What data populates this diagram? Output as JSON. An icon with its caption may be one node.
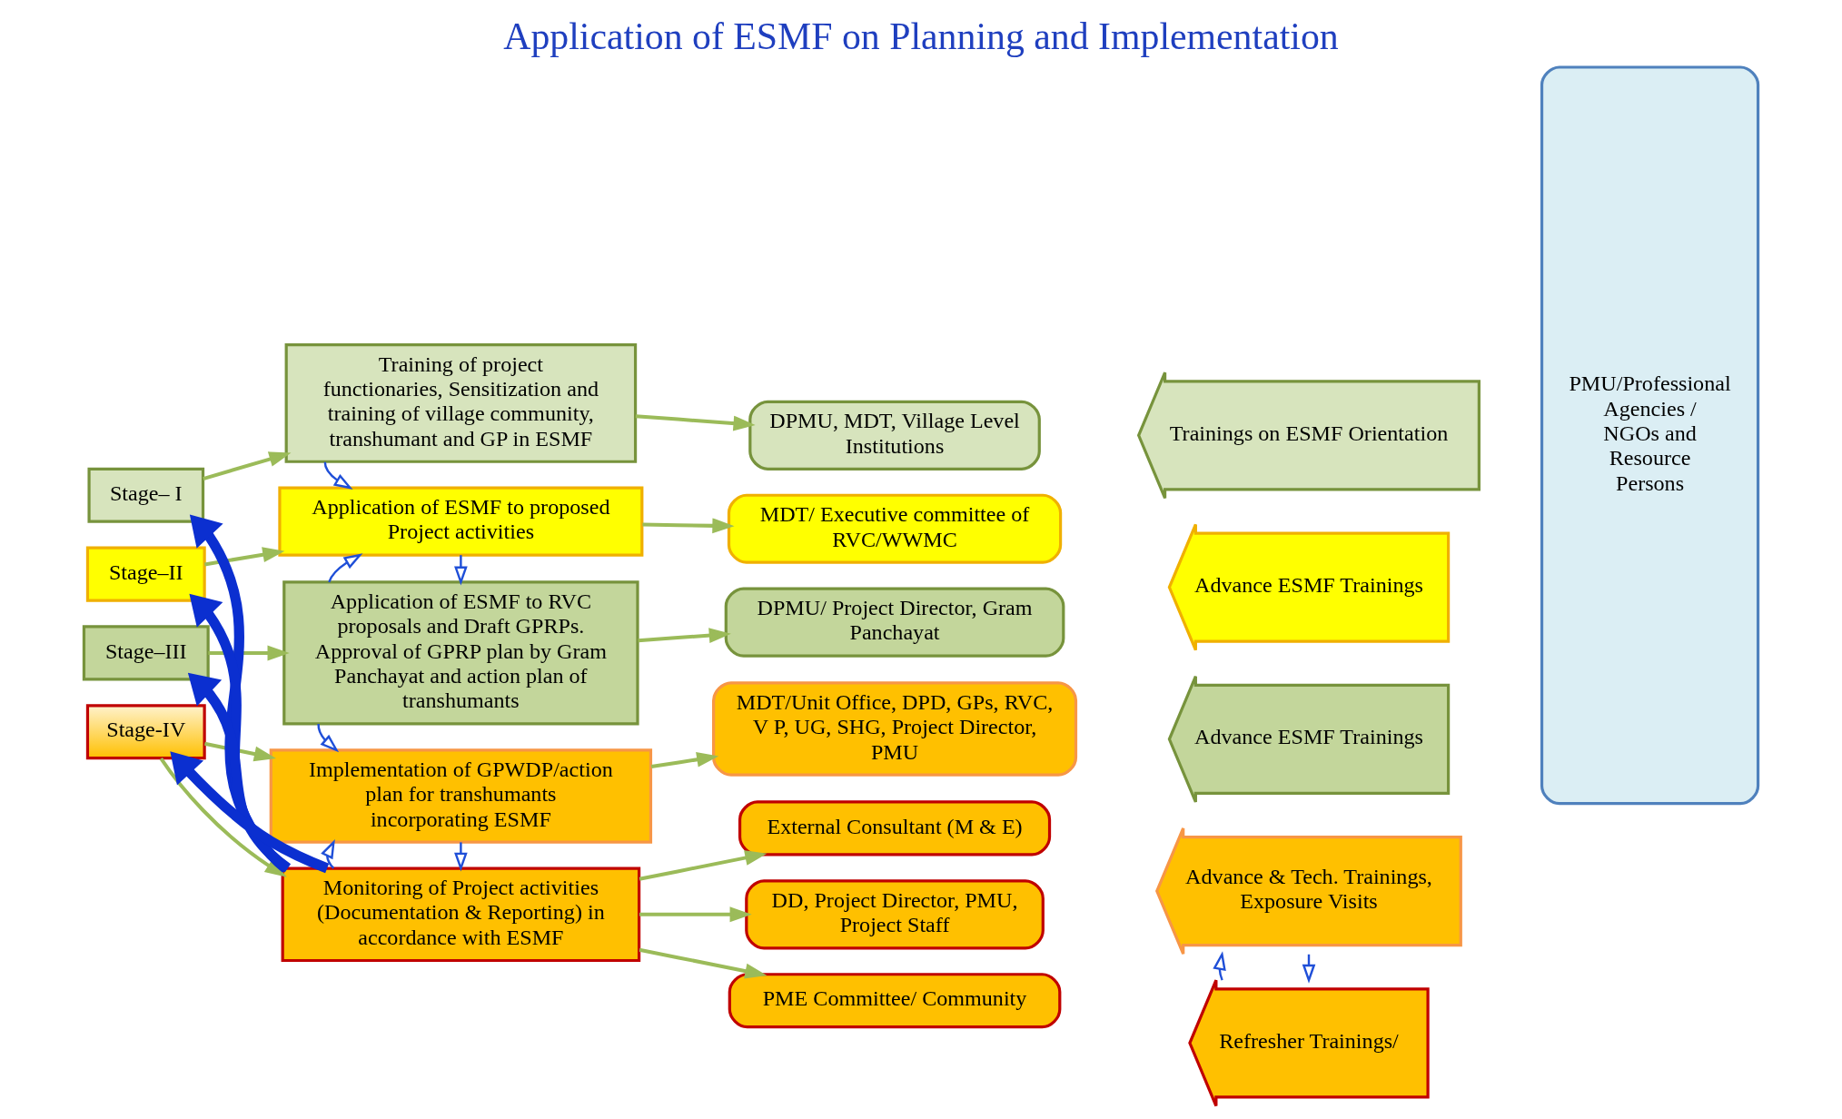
{
  "diagram": {
    "title": "Application of ESMF on Planning and Implementation",
    "nodes": [
      {
        "text": [
          "Stage– I"
        ]
      },
      {
        "text": [
          "Training of project functionaries, Sensitization and training of village community, transhumant and GP in ESMF"
        ]
      },
      {
        "text": [
          "DPMU, MDT, Village Level Institutions"
        ]
      },
      {
        "text": [
          "Stage–II"
        ]
      },
      {
        "text": [
          "Application of ESMF to proposed Project activities"
        ]
      },
      {
        "text": [
          "MDT/ Executive committee of RVC/WWMC"
        ]
      },
      {
        "text": [
          "Stage–III"
        ]
      },
      {
        "text": [
          "Application of ESMF to RVC proposals and Draft GPRPs. Approval of GPRP plan by Gram Panchayat and action plan of transhumants"
        ]
      },
      {
        "text": [
          "DPMU/ Project Director, Gram Panchayat"
        ]
      },
      {
        "text": [
          "Stage-IV"
        ]
      },
      {
        "text": [
          "Implementation of GPWDP/action plan for transhumants incorporating ESMF"
        ]
      },
      {
        "text": [
          "MDT/Unit Office, DPD, GPs, RVC, V P, UG, SHG, Project Director, PMU"
        ]
      },
      {
        "text": [
          "Monitoring of Project activities (Documentation & Reporting) in accordance with ESMF"
        ]
      },
      {
        "text": [
          "External Consultant (M & E)"
        ]
      },
      {
        "text": [
          "DD, Project Director, PMU, Project Staff"
        ]
      },
      {
        "text": [
          "PME Committee/ Community"
        ]
      },
      {
        "text": [
          "Trainings on ESMF Orientation"
        ]
      },
      {
        "text": [
          "Advance ESMF Trainings"
        ]
      },
      {
        "text": [
          "Advance ESMF Trainings"
        ]
      },
      {
        "text": [
          "Advance & Tech. Trainings, Exposure Visits"
        ]
      },
      {
        "text": [
          "Refresher Trainings/"
        ]
      },
      {
        "text": [
          "PMU/Professional Agencies / NGOs and Resource Persons"
        ]
      }
    ],
    "edges": [
      {
        "from": 0,
        "to": 1,
        "arrow": "to"
      },
      {
        "from": 1,
        "to": 2,
        "arrow": "to"
      },
      {
        "from": 3,
        "to": 4,
        "arrow": "to"
      },
      {
        "from": 4,
        "to": 5,
        "arrow": "to"
      },
      {
        "from": 6,
        "to": 7,
        "arrow": "to"
      },
      {
        "from": 7,
        "to": 8,
        "arrow": "to"
      },
      {
        "from": 9,
        "to": 10,
        "arrow": "to"
      },
      {
        "from": 9,
        "to": 12,
        "arrow": "to"
      },
      {
        "from": 10,
        "to": 11,
        "arrow": "to"
      },
      {
        "from": 12,
        "to": 13,
        "arrow": "to"
      },
      {
        "from": 12,
        "to": 14,
        "arrow": "to"
      },
      {
        "from": 12,
        "to": 15,
        "arrow": "to"
      },
      {
        "from": 1,
        "to": 4,
        "arrow": "to",
        "color": "#1f4fd8"
      },
      {
        "from": 4,
        "to": 7,
        "arrow": "to",
        "color": "#1f4fd8"
      },
      {
        "from": 7,
        "to": 4,
        "arrow": "to",
        "color": "#1f4fd8"
      },
      {
        "from": 7,
        "to": 10,
        "arrow": "to",
        "color": "#1f4fd8"
      },
      {
        "from": 10,
        "to": 12,
        "arrow": "to",
        "color": "#1f4fd8"
      },
      {
        "from": 12,
        "to": 10,
        "arrow": "to",
        "color": "#1f4fd8"
      },
      {
        "from": 19,
        "to": 20,
        "arrow": "to",
        "color": "#1f4fd8"
      },
      {
        "from": 20,
        "to": 19,
        "arrow": "to",
        "color": "#1f4fd8"
      },
      {
        "from": 12,
        "to": 0,
        "arrow": "to",
        "style": "thick",
        "color": "#0b2fd0"
      },
      {
        "from": 12,
        "to": 3,
        "arrow": "to",
        "style": "thick",
        "color": "#0b2fd0"
      },
      {
        "from": 12,
        "to": 6,
        "arrow": "to",
        "style": "thick",
        "color": "#0b2fd0"
      },
      {
        "from": 12,
        "to": 9,
        "arrow": "to",
        "style": "thick",
        "color": "#0b2fd0"
      }
    ]
  }
}
